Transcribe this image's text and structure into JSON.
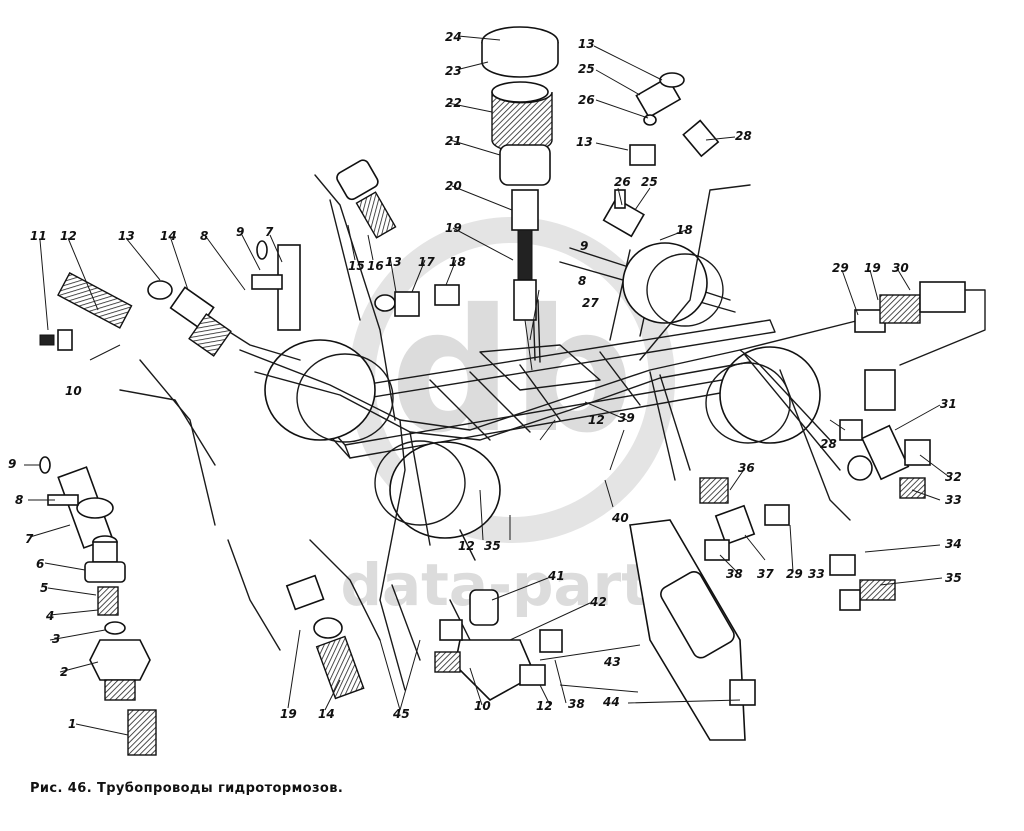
{
  "caption": "Рис. 46. Трубопроводы гидротормозов.",
  "watermark": "data-parts",
  "callout_labels": [
    "1",
    "2",
    "3",
    "4",
    "5",
    "6",
    "7",
    "8",
    "9",
    "10",
    "11",
    "12",
    "13",
    "14",
    "15",
    "16",
    "17",
    "18",
    "19",
    "20",
    "21",
    "22",
    "23",
    "24",
    "25",
    "26",
    "27",
    "28",
    "29",
    "30",
    "31",
    "32",
    "33",
    "34",
    "35",
    "36",
    "37",
    "38",
    "39",
    "40",
    "41",
    "42",
    "43",
    "44",
    "45"
  ],
  "colors": {
    "ink": "#111111",
    "paper": "#ffffff",
    "watermark": "#dcdcdc"
  }
}
